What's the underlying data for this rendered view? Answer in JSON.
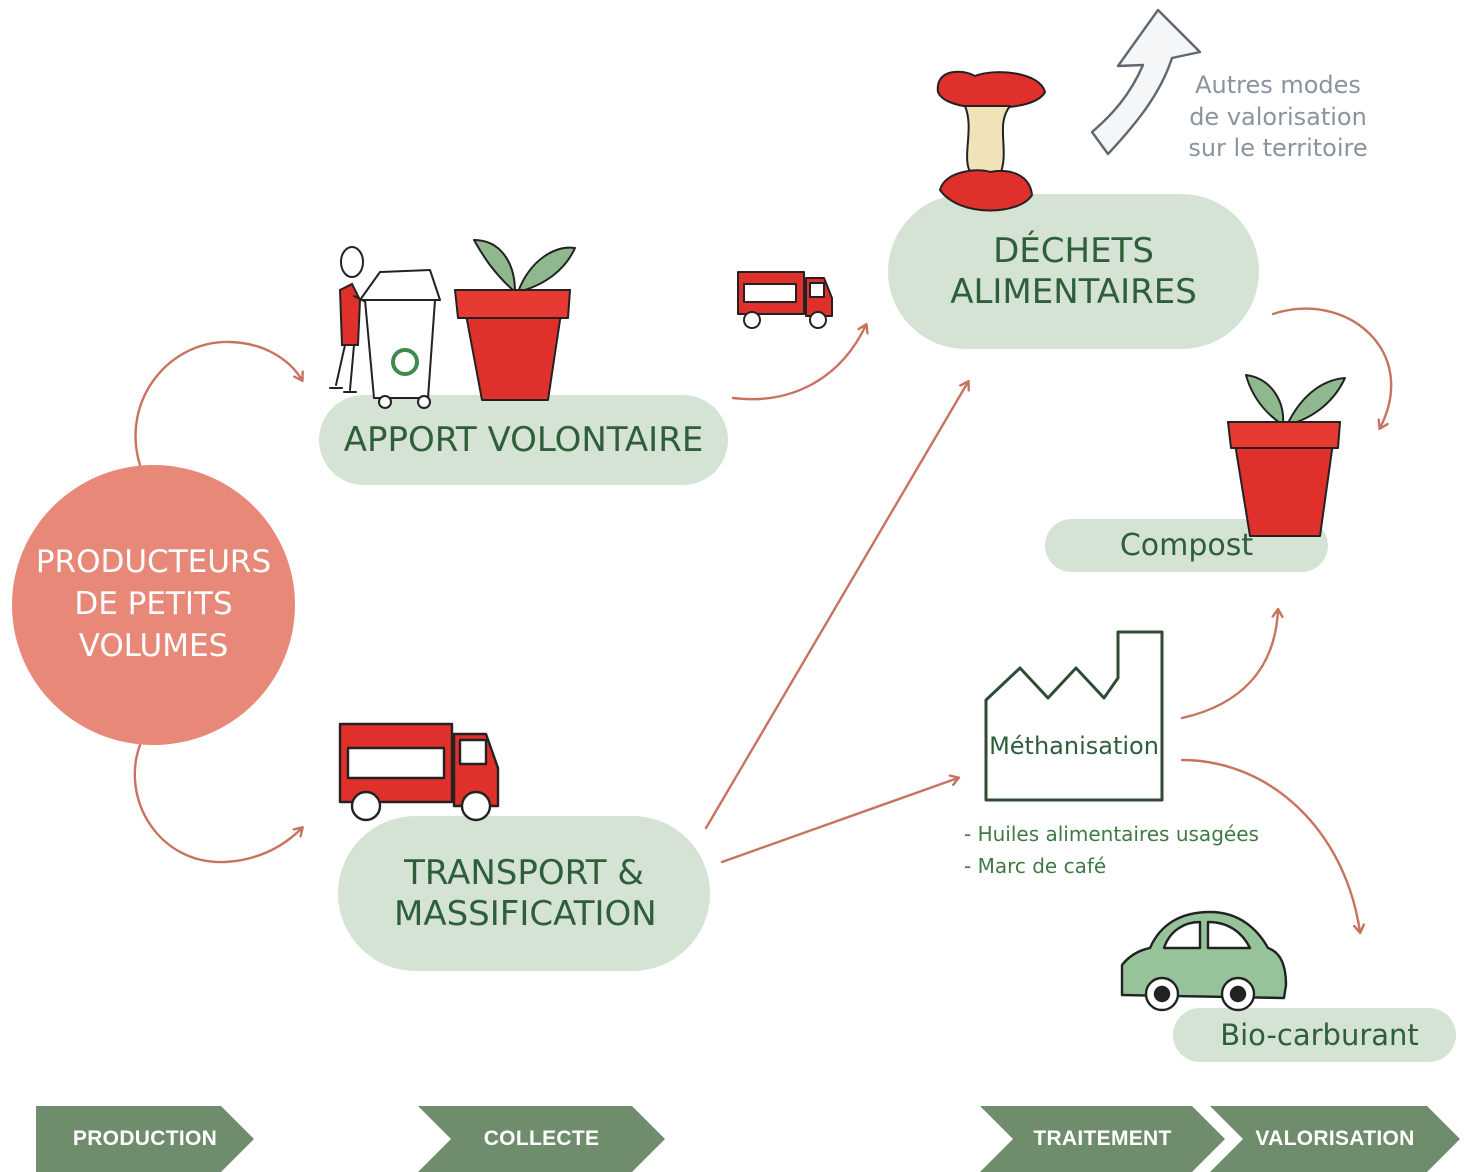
{
  "nodes": {
    "producers": "PRODUCTEURS DE PETITS VOLUMES",
    "apport": "APPORT VOLONTAIRE",
    "transport": "TRANSPORT & MASSIFICATION",
    "dechets": "DÉCHETS ALIMENTAIRES",
    "compost": "Compost",
    "methanisation": "Méthanisation",
    "biocarburant": "Bio-carburant"
  },
  "notes": {
    "autres_modes": "Autres modes de valorisation sur le territoire",
    "huiles": "- Huiles alimentaires usagées",
    "marc": "- Marc de café"
  },
  "stages": [
    "PRODUCTION",
    "COLLECTE",
    "TRAITEMENT",
    "VALORISATION"
  ],
  "colors": {
    "pill_bg": "#d4e3d4",
    "pill_text": "#2f5f3a",
    "producer_circle": "#e88878",
    "arrow": "#c8735f",
    "stage_bg": "#6f8d6c",
    "note_gray": "#8a949e",
    "note_green": "#3f7a45",
    "illustration_red": "#e0302b",
    "car_green": "#97c39a"
  }
}
